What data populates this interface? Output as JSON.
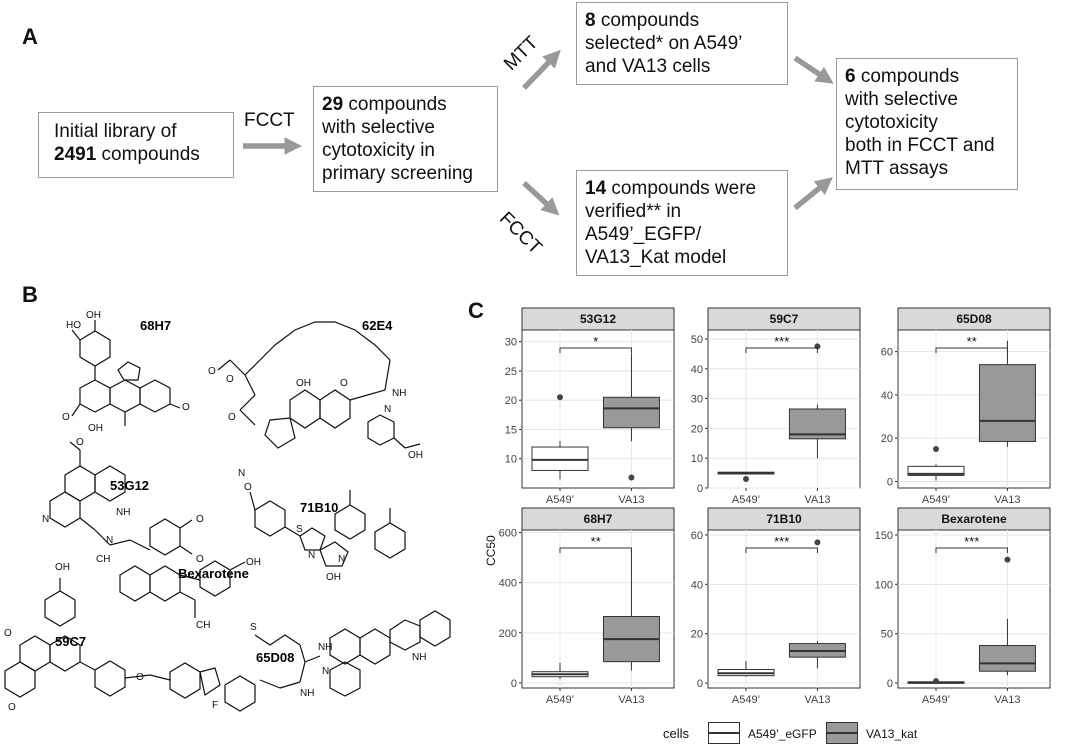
{
  "panels": {
    "a": "A",
    "b": "B",
    "c": "C"
  },
  "flow": {
    "initial": {
      "line1": "Initial library of",
      "count": "2491",
      "rest": " compounds"
    },
    "fcct_label": "FCCT",
    "primary": {
      "count": "29",
      "rest1": " compounds",
      "line2": "with selective",
      "line3": "cytotoxicity in",
      "line4": "primary screening"
    },
    "mtt_label": "MTT",
    "fcct_label2": "FCCT",
    "mtt_box": {
      "count": "8",
      "rest1": " compounds",
      "line2": "selected* on A549’",
      "line3": "and VA13 cells"
    },
    "fcct_box": {
      "count": "14",
      "rest1": " compounds were",
      "line2": "verified** in",
      "line3": "A549’_EGFP/",
      "line4": "VA13_Kat model"
    },
    "final": {
      "count": "6",
      "rest1": " compounds",
      "line2": "with selective",
      "line3": "cytotoxicity",
      "line4": "both in FCCT and",
      "line5": "MTT assays"
    }
  },
  "molecules": [
    {
      "id": "m68H7",
      "label": "68H7"
    },
    {
      "id": "m62E4",
      "label": "62E4"
    },
    {
      "id": "m53G12",
      "label": "53G12"
    },
    {
      "id": "m71B10",
      "label": "71B10"
    },
    {
      "id": "m59C7",
      "label": "59C7"
    },
    {
      "id": "mBex",
      "label": "Bexarotene"
    },
    {
      "id": "m65D08",
      "label": "65D08"
    }
  ],
  "chart_data": {
    "type": "boxplot",
    "ylabel": "CC50",
    "categories": [
      "A549’",
      "VA13"
    ],
    "legend": {
      "title": "cells",
      "items": [
        {
          "name": "A549’_eGFP",
          "color": "#ffffff"
        },
        {
          "name": "VA13_kat",
          "color": "#999999"
        }
      ],
      "placement": "bottom"
    },
    "grid": true,
    "panels": [
      {
        "title": "53G12",
        "ylim": [
          5,
          32
        ],
        "yticks": [
          10,
          15,
          20,
          25,
          30
        ],
        "sig": "*",
        "boxes": [
          {
            "q1": 8,
            "median": 9.8,
            "q3": 12,
            "whisker_low": 6.5,
            "whisker_high": 13,
            "outliers": [
              20.5
            ]
          },
          {
            "q1": 15.3,
            "median": 18.6,
            "q3": 20.5,
            "whisker_low": 13,
            "whisker_high": 28,
            "outliers": [
              6.8
            ]
          }
        ]
      },
      {
        "title": "59C7",
        "ylim": [
          0,
          53
        ],
        "yticks": [
          0,
          10,
          20,
          30,
          40,
          50
        ],
        "sig": "***",
        "boxes": [
          {
            "q1": 4.7,
            "median": 5,
            "q3": 5.3,
            "whisker_low": 4.5,
            "whisker_high": 5.5,
            "outliers": [
              3
            ]
          },
          {
            "q1": 16.5,
            "median": 18,
            "q3": 26.5,
            "whisker_low": 10,
            "whisker_high": 28,
            "outliers": [
              47.5
            ]
          }
        ]
      },
      {
        "title": "65D08",
        "ylim": [
          -3,
          70
        ],
        "yticks": [
          0,
          20,
          40,
          60
        ],
        "sig": "**",
        "boxes": [
          {
            "q1": 2.8,
            "median": 3.5,
            "q3": 7,
            "whisker_low": 0.5,
            "whisker_high": 8,
            "outliers": [
              15
            ]
          },
          {
            "q1": 18.5,
            "median": 28,
            "q3": 54,
            "whisker_low": 16,
            "whisker_high": 65,
            "outliers": []
          }
        ]
      },
      {
        "title": "68H7",
        "ylim": [
          -20,
          610
        ],
        "yticks": [
          0,
          200,
          400,
          600
        ],
        "sig": "**",
        "boxes": [
          {
            "q1": 25,
            "median": 35,
            "q3": 45,
            "whisker_low": 15,
            "whisker_high": 80,
            "outliers": []
          },
          {
            "q1": 85,
            "median": 175,
            "q3": 265,
            "whisker_low": 50,
            "whisker_high": 530,
            "outliers": []
          }
        ]
      },
      {
        "title": "71B10",
        "ylim": [
          -2,
          62
        ],
        "yticks": [
          0,
          20,
          40,
          60
        ],
        "sig": "***",
        "boxes": [
          {
            "q1": 3,
            "median": 4,
            "q3": 5.5,
            "whisker_low": 2.5,
            "whisker_high": 9,
            "outliers": []
          },
          {
            "q1": 10.5,
            "median": 13,
            "q3": 16,
            "whisker_low": 6,
            "whisker_high": 17,
            "outliers": [
              57
            ]
          }
        ]
      },
      {
        "title": "Bexarotene",
        "ylim": [
          -5,
          155
        ],
        "yticks": [
          0,
          50,
          100,
          150
        ],
        "sig": "***",
        "boxes": [
          {
            "q1": 0.3,
            "median": 0.7,
            "q3": 1.2,
            "whisker_low": 0,
            "whisker_high": 1.5,
            "outliers": [
              2
            ]
          },
          {
            "q1": 12,
            "median": 20,
            "q3": 38,
            "whisker_low": 8,
            "whisker_high": 65,
            "outliers": [
              125
            ]
          }
        ]
      }
    ]
  }
}
